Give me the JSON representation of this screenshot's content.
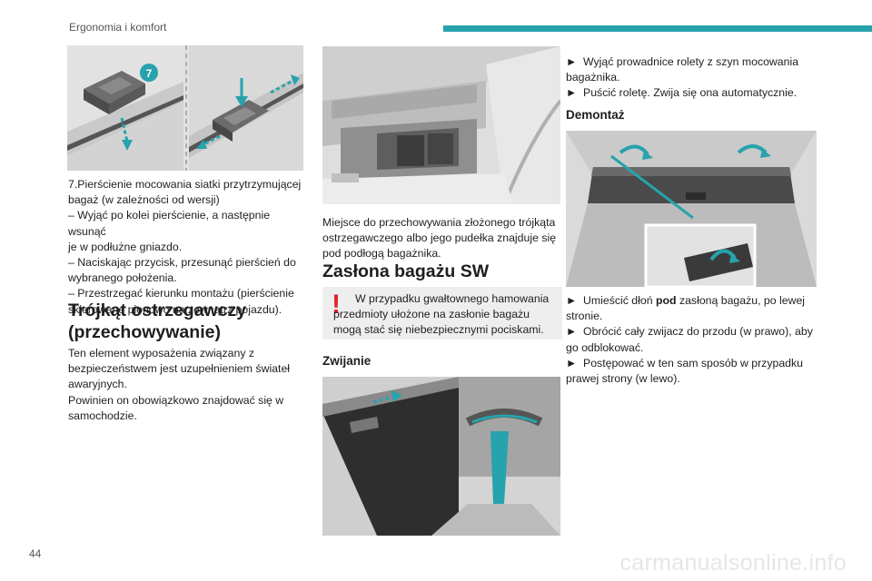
{
  "header": {
    "section_title": "Ergonomia i komfort"
  },
  "footer": {
    "page_number": "44",
    "watermark": "carmanualsonline.info"
  },
  "figure1": {
    "callout": "7"
  },
  "left_column": {
    "item7": [
      "7.Pierścienie mocowania siatki przytrzymującej",
      "bagaż (w zależności od wersji)",
      "–  Wyjąć po kolei pierścienie, a następnie wsunąć",
      "je w podłużne gniazdo.",
      "–  Naciskając przycisk, przesunąć pierścień do",
      "wybranego położenia.",
      "–  Przestrzegać kierunku montażu (pierścienie",
      "skierowane pionowo na zewnątrz pojazdu)."
    ],
    "triangle_heading": [
      "Trójkąt ostrzegawczy",
      "(przechowywanie)"
    ],
    "triangle_text": [
      "Ten element wyposażenia związany z",
      "bezpieczeństwem jest uzupełnieniem świateł",
      "awaryjnych.",
      "Powinien on obowiązkowo znajdować się w",
      "samochodzie."
    ]
  },
  "middle_column": {
    "storage_caption": [
      "Miejsce do przechowywania złożonego trójkąta",
      "ostrzegawczego albo jego pudełka znajduje się",
      "pod podłogą bagażnika."
    ],
    "cover_heading": "Zasłona bagażu SW",
    "warning_mark": "!",
    "warning_text": "W przypadku gwałtownego hamowania przedmioty ułożone na zasłonie bagażu mogą stać się niebezpiecznymi pociskami.",
    "rolling_heading": "Zwijanie"
  },
  "right_column": {
    "rolling_steps": [
      {
        "bullet": "►",
        "lines": [
          "Wyjąć prowadnice rolety z szyn mocowania",
          "bagażnika."
        ]
      },
      {
        "bullet": "►",
        "lines": [
          "Puścić roletę. Zwija się ona automatycznie."
        ]
      }
    ],
    "removal_heading": "Demontaż",
    "removal_step1": {
      "bullet": "►",
      "before": "Umieścić dłoń ",
      "bold": "pod",
      "after": " zasłoną bagażu, po lewej",
      "line2": "stronie."
    },
    "removal_step2": {
      "bullet": "►",
      "lines": [
        "Obrócić cały zwijacz do przodu (w prawo), aby",
        "go odblokować."
      ]
    },
    "removal_step3": {
      "bullet": "►",
      "lines": [
        "Postępować w ten sam sposób w przypadku",
        "prawej strony (w lewo)."
      ]
    }
  },
  "colors": {
    "accent": "#26a3ad",
    "warning": "#e3212b",
    "text": "#1e1e1e"
  }
}
